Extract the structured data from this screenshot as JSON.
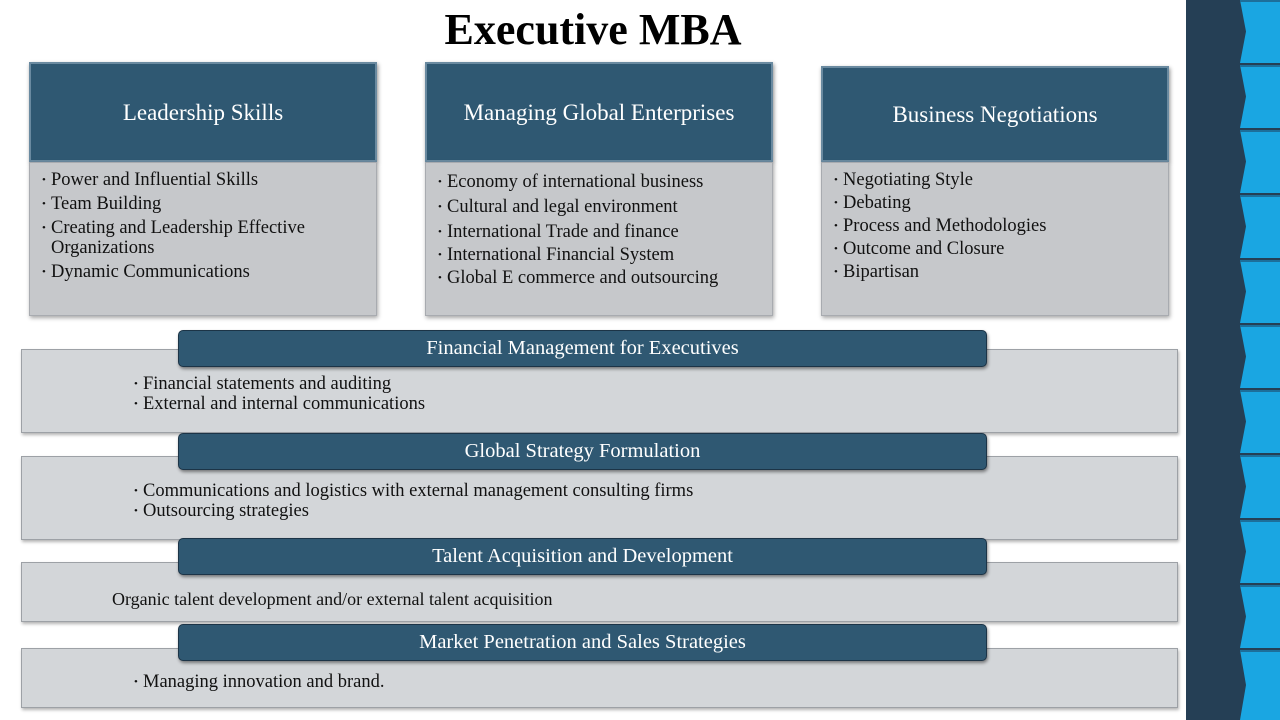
{
  "title": "Executive MBA",
  "cards": [
    {
      "heading": "Leadership Skills",
      "items": [
        "Power and Influential Skills",
        "Team Building",
        "Creating and Leadership Effective Organizations",
        "Dynamic Communications"
      ]
    },
    {
      "heading": "Managing Global Enterprises",
      "items": [
        "Economy of international business",
        "Cultural and legal environment",
        "International Trade and finance",
        "International Financial System",
        "Global E commerce and outsourcing"
      ]
    },
    {
      "heading": "Business Negotiations",
      "items": [
        "Negotiating Style",
        "Debating",
        "Process and Methodologies",
        "Outcome and Closure",
        "Bipartisan"
      ]
    }
  ],
  "rows": [
    {
      "heading": "Financial Management for Executives",
      "items": [
        "Financial statements and auditing",
        "External and internal communications"
      ]
    },
    {
      "heading": "Global Strategy  Formulation",
      "items": [
        "Communications and logistics with external management consulting firms",
        "Outsourcing strategies"
      ]
    },
    {
      "heading": "Talent Acquisition and Development",
      "text": "Organic talent development and/or  external talent acquisition"
    },
    {
      "heading": "Market Penetration and Sales Strategies",
      "items": [
        "Managing innovation and brand."
      ]
    }
  ],
  "colors": {
    "header": "#2f5872",
    "card_body": "#c6c8cb",
    "row_body": "#d3d6d9",
    "strip": "#253f55",
    "chevron": "#1aa6e2"
  }
}
